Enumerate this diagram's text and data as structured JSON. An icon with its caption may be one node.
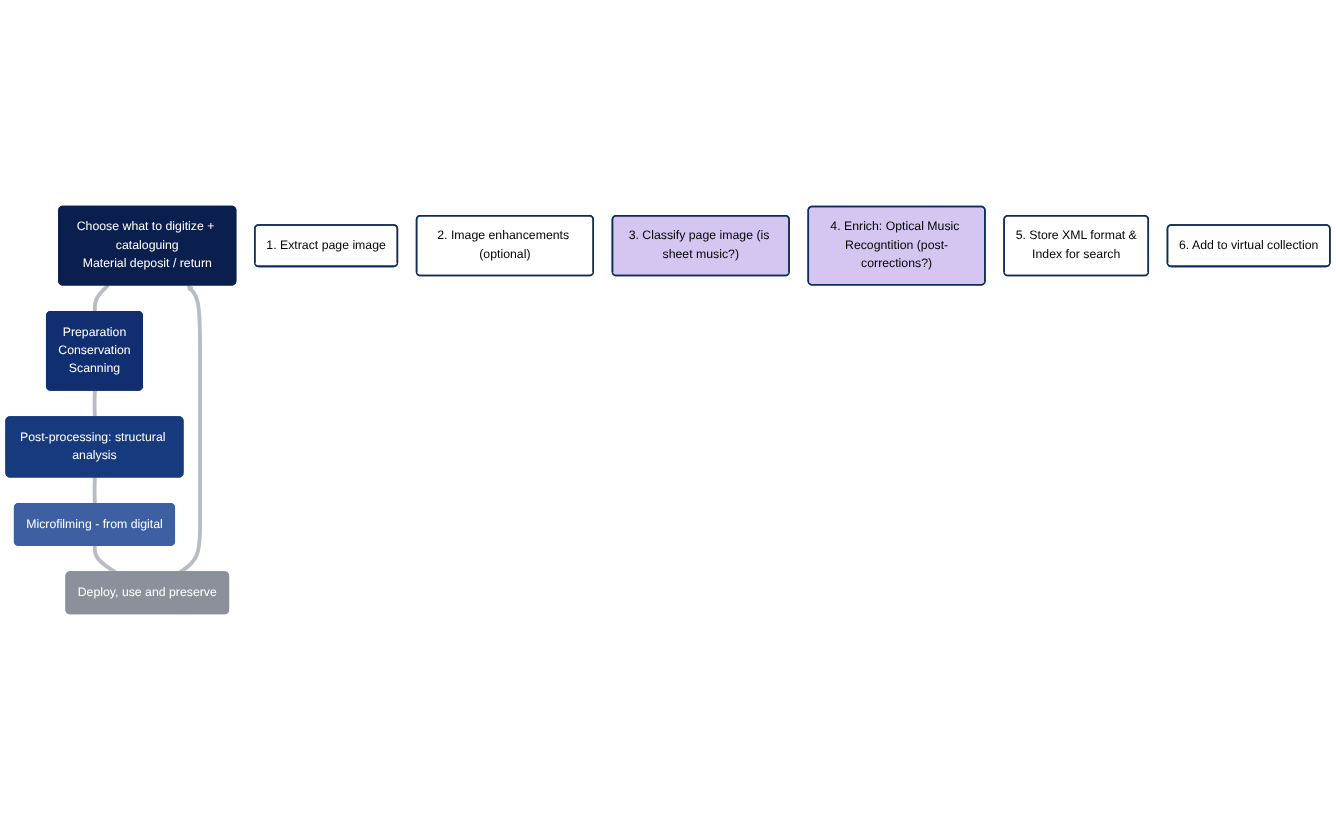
{
  "diagram": {
    "nodes": [
      {
        "text": [
          "Choose what to digitize + cataloguing",
          "Material deposit / return"
        ]
      },
      {
        "text": [
          "Preparation",
          "Conservation",
          "Scanning"
        ]
      },
      {
        "text": [
          "Post-processing: structural analysis"
        ]
      },
      {
        "text": [
          "Microfilming - from digital"
        ]
      },
      {
        "text": [
          "Deploy, use and preserve"
        ]
      },
      {
        "text": [
          "1. Extract page image"
        ]
      },
      {
        "text": [
          "2. Image enhancements (optional)"
        ]
      },
      {
        "text": [
          "3. Classify page image (is sheet music?)"
        ]
      },
      {
        "text": [
          "4. Enrich: Optical Music Recogntition (post-corrections?)"
        ]
      },
      {
        "text": [
          "5. Store XML format &",
          "Index for search"
        ]
      },
      {
        "text": [
          "6. Add to virtual collection"
        ]
      }
    ],
    "edges": [
      {
        "from": 0,
        "to": 1,
        "arrow": "none"
      },
      {
        "from": 1,
        "to": 2,
        "arrow": "none"
      },
      {
        "from": 2,
        "to": 3,
        "arrow": "none"
      },
      {
        "from": 3,
        "to": 4,
        "arrow": "none"
      },
      {
        "from": 4,
        "to": 0,
        "arrow": "to"
      }
    ]
  }
}
